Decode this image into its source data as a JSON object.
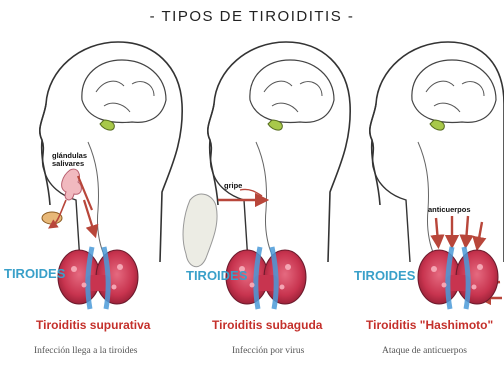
{
  "title": "- TIPOS DE TIROIDITIS -",
  "colors": {
    "thyroid": "#c8344f",
    "gland_blue": "#4a9ad8",
    "arrow": "#b8463a",
    "label_blue": "#3aa0c9",
    "name_red": "#c4302b"
  },
  "panels": [
    {
      "thyroid_label": "TIROIDES",
      "annotation": "glándulas salivares",
      "name": "Tiroiditis supurativa",
      "description": "Infección llega a la tiroides"
    },
    {
      "thyroid_label": "TIROIDES",
      "annotation": "gripe",
      "name": "Tiroiditis subaguda",
      "description": "Infección por virus"
    },
    {
      "thyroid_label": "TIROIDES",
      "annotation": "anticuerpos",
      "name": "Tiroiditis \"Hashimoto\"",
      "description": "Ataque de anticuerpos"
    }
  ]
}
